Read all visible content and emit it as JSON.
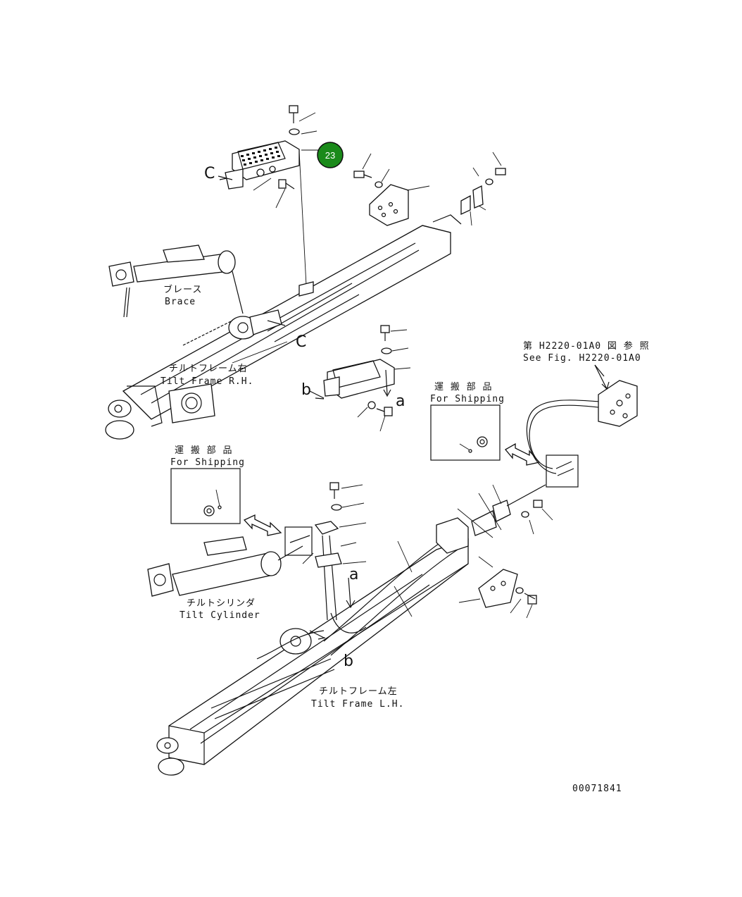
{
  "labels": {
    "brace_jp": "ブレース",
    "brace_en": "Brace",
    "tilt_frame_rh_jp": "チルトフレーム右",
    "tilt_frame_rh_en": "Tilt Frame R.H.",
    "tilt_frame_lh_jp": "チルトフレーム左",
    "tilt_frame_lh_en": "Tilt Frame L.H.",
    "tilt_cylinder_jp": "チルトシリンダ",
    "tilt_cylinder_en": "Tilt Cylinder",
    "shipping_jp": "運 搬 部 品",
    "shipping_en": "For Shipping",
    "see_fig_jp": "第 H2220-01A0 図 参 照",
    "see_fig_en": "See Fig. H2220-01A0",
    "figure_number": "00071841"
  },
  "markers": {
    "C": "C",
    "b": "b",
    "a": "a"
  },
  "callout": {
    "number": "23",
    "color": "#1a8a1a"
  }
}
